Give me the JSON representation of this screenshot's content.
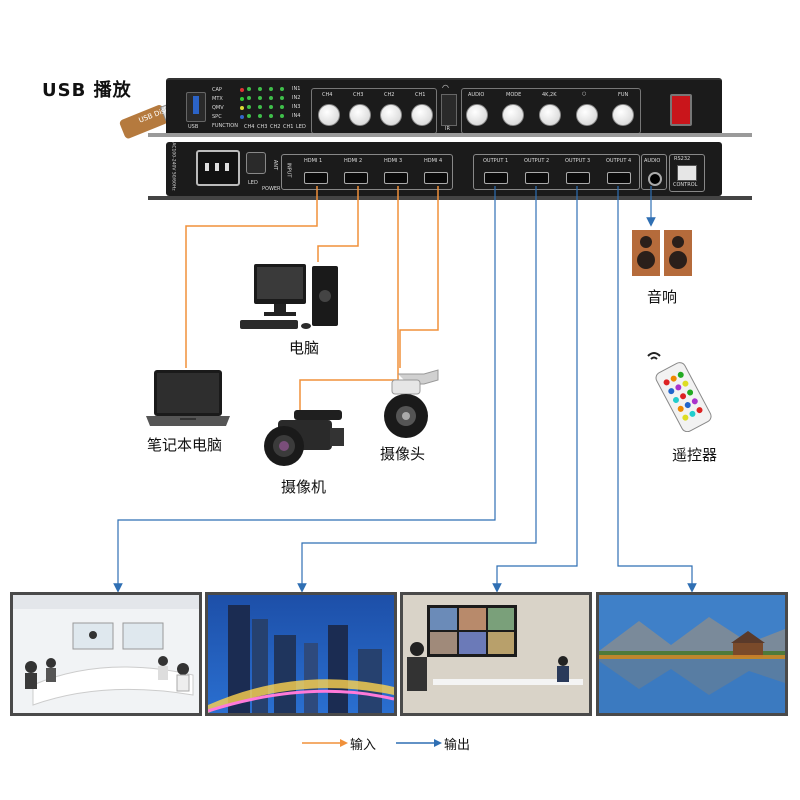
{
  "title": "USB 播放",
  "usb_disk_label": "USB Disk",
  "front_panel": {
    "usb_port_label": "USB",
    "mode_labels": [
      "CAP",
      "MTX",
      "QMV",
      "SPC",
      "FUNCTION"
    ],
    "matrix_row_labels": [
      "IN1",
      "IN2",
      "IN3",
      "IN4"
    ],
    "matrix_col_labels": [
      "CH4",
      "CH3",
      "CH2",
      "CH1",
      "LED"
    ],
    "channel_labels": [
      "CH4",
      "CH3",
      "CH2",
      "CH1"
    ],
    "ir_label": "IR",
    "function_labels": [
      "AUDIO",
      "MODE",
      "4K,2K",
      "○",
      "FUN"
    ]
  },
  "rear_panel": {
    "power_rating": "AC100-240V 50/60Hz",
    "led_label": "LED",
    "power_label": "POWER",
    "ant_label": "ANT",
    "input_group_label": "INPUT",
    "hdmi_inputs": [
      "HDMI 1",
      "HDMI 2",
      "HDMI 3",
      "HDMI 4"
    ],
    "hdmi_outputs": [
      "OUTPUT 1",
      "OUTPUT 2",
      "OUTPUT 3",
      "OUTPUT 4"
    ],
    "audio_label": "AUDIO",
    "control_top": "RS232",
    "control_bottom": "CONTROL"
  },
  "devices": {
    "computer": "电脑",
    "laptop": "笔记本电脑",
    "camcorder": "摄像机",
    "camera": "摄像头",
    "speaker": "音响",
    "remote": "遥控器"
  },
  "legend": {
    "input_label": "输入",
    "output_label": "输出",
    "input_color": "#f0903a",
    "output_color": "#2f6fb3"
  },
  "screens": [
    "conference-room",
    "city-night",
    "video-meeting",
    "lake-landscape"
  ]
}
